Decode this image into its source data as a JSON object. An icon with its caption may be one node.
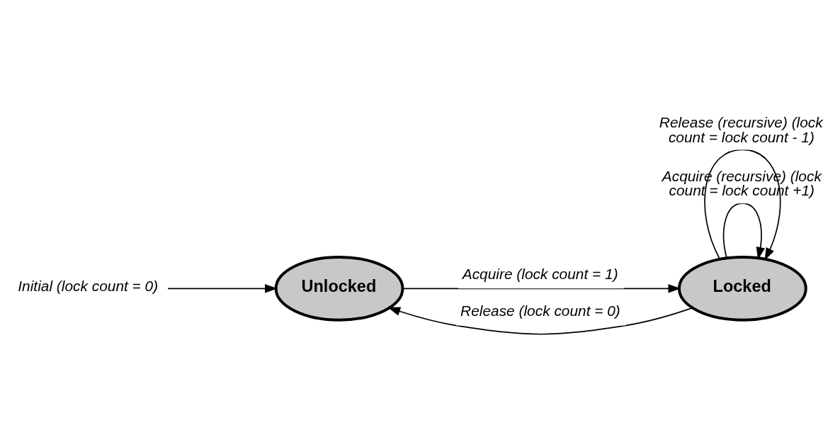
{
  "diagram": {
    "nodes": [
      {
        "text": [
          "Initial (lock count = 0)"
        ]
      },
      {
        "text": [
          "Unlocked"
        ]
      },
      {
        "text": [
          "Locked"
        ]
      }
    ],
    "edges": [
      {
        "from": 0,
        "to": 1,
        "arrow": "to"
      },
      {
        "from": 1,
        "to": 2,
        "arrow": "to",
        "label": "Acquire (lock count = 1)"
      },
      {
        "from": 2,
        "to": 1,
        "arrow": "to",
        "label": "Release (lock count = 0)"
      },
      {
        "from": 2,
        "to": 2,
        "arrow": "to",
        "label": "Acquire (recursive) (lock count = lock count +1)"
      },
      {
        "from": 2,
        "to": 2,
        "arrow": "to",
        "label": "Release (recursive) (lock count = lock count - 1)"
      }
    ]
  }
}
